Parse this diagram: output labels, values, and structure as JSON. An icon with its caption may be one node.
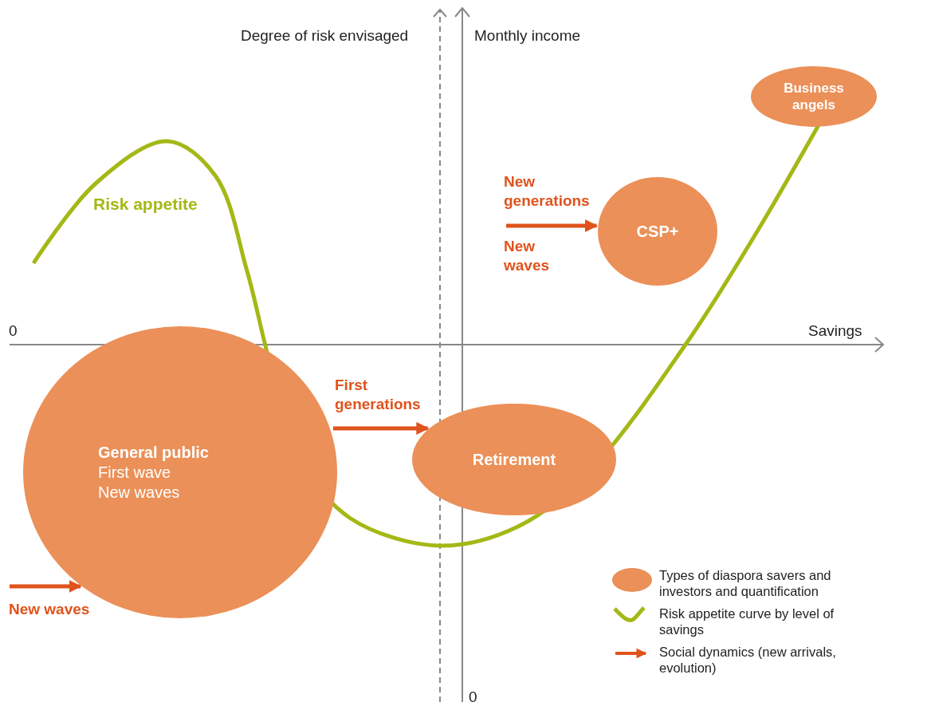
{
  "diagram": {
    "nodes": [
      {
        "text": [
          "General public",
          "First wave",
          "New waves"
        ]
      },
      {
        "text": [
          "Retirement"
        ]
      },
      {
        "text": [
          "CSP+"
        ]
      },
      {
        "text": [
          "Business angels"
        ]
      }
    ],
    "edges": [
      {
        "from": 0,
        "to": 1,
        "arrow": "to"
      },
      {
        "from": null,
        "to": 2,
        "arrow": "to"
      },
      {
        "from": null,
        "to": 0,
        "arrow": "to"
      }
    ],
    "labels": [
      "Degree of risk envisaged",
      "Monthly income",
      "0",
      "Savings",
      "0",
      "Risk appetite",
      "First generations",
      "New generations",
      "New waves",
      "New waves"
    ],
    "legend": [
      {
        "text": "Types of diaspora savers and investors and quantification",
        "color": "#eb9058"
      },
      {
        "text": "Risk appetite curve by level of savings"
      },
      {
        "text": "Social dynamics (new arrivals, evolution)"
      }
    ]
  }
}
